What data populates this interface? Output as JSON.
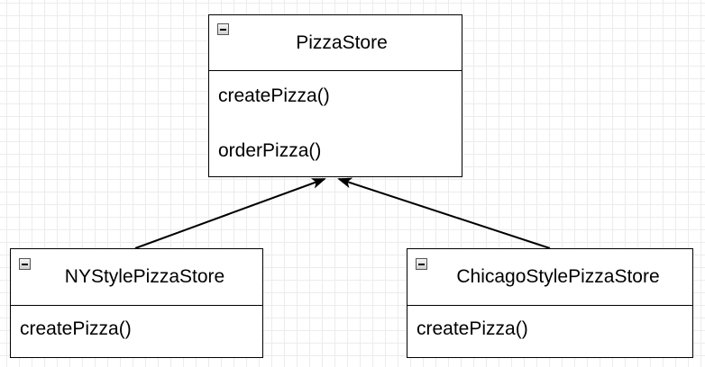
{
  "classes": {
    "pizza_store": {
      "name": "PizzaStore",
      "methods": [
        "createPizza()",
        "orderPizza()"
      ]
    },
    "ny_store": {
      "name": "NYStylePizzaStore",
      "methods": [
        "createPizza()"
      ]
    },
    "chicago_store": {
      "name": "ChicagoStylePizzaStore",
      "methods": [
        "createPizza()"
      ]
    }
  },
  "collapse_icon": "collapse-minus-icon",
  "colors": {
    "line": "#000000",
    "grid": "#ececec",
    "background": "#ffffff"
  }
}
